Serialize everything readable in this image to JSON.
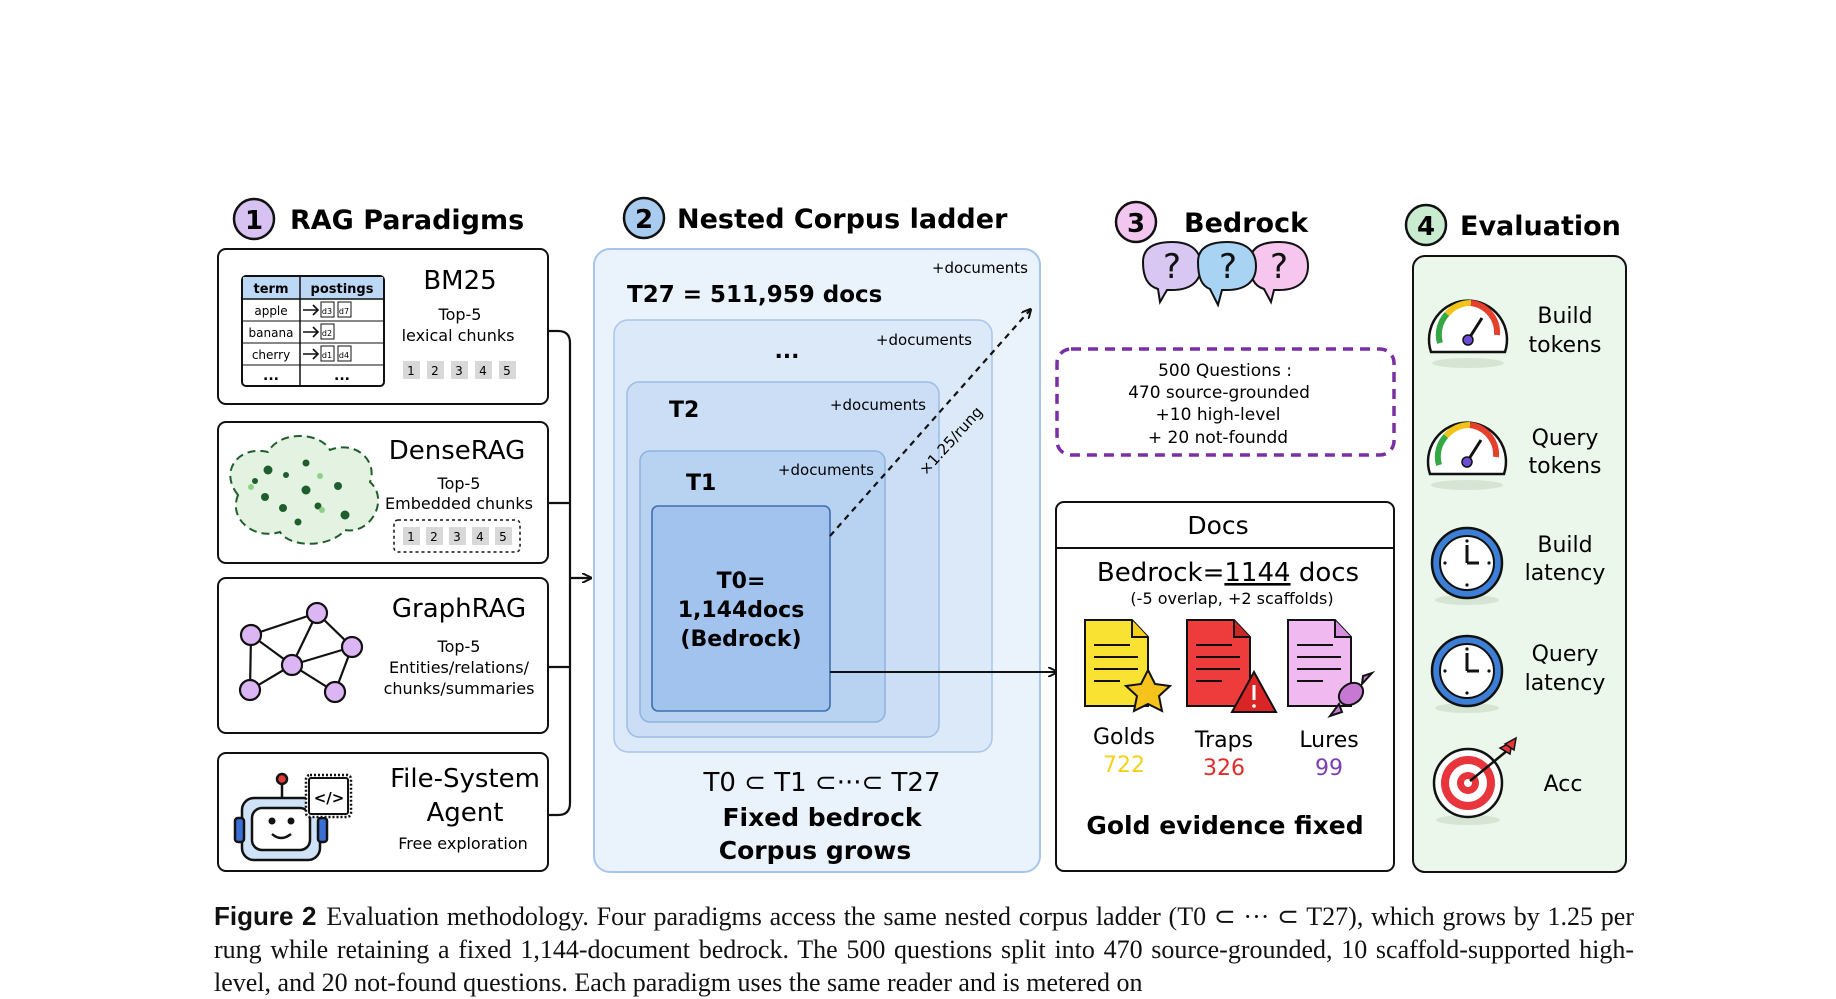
{
  "sections": {
    "s1": {
      "num": "1",
      "title": "RAG Paradigms",
      "color": "#d7c2f2"
    },
    "s2": {
      "num": "2",
      "title": "Nested Corpus ladder",
      "color": "#a9cbf0"
    },
    "s3": {
      "num": "3",
      "title": "Bedrock",
      "color": "#f3c6ef"
    },
    "s4": {
      "num": "4",
      "title": "Evaluation",
      "color": "#c9ecd0"
    }
  },
  "paradigms": {
    "bm25": {
      "name": "BM25",
      "line1": "Top-5",
      "line2": "lexical chunks",
      "table_headers": [
        "term",
        "postings"
      ],
      "table_rows": [
        {
          "term": "apple",
          "p1": "d3",
          "p2": "d7"
        },
        {
          "term": "banana",
          "p1": "d2",
          "p2": ""
        },
        {
          "term": "cherry",
          "p1": "d1",
          "p2": "d4"
        }
      ],
      "table_more": "...",
      "chunks": [
        "1",
        "2",
        "3",
        "4",
        "5"
      ]
    },
    "dense": {
      "name": "DenseRAG",
      "line1": "Top-5",
      "line2": "Embedded chunks",
      "chunks": [
        "1",
        "2",
        "3",
        "4",
        "5"
      ]
    },
    "graph": {
      "name": "GraphRAG",
      "line1": "Top-5",
      "line2": "Entities/relations/",
      "line3": "chunks/summaries"
    },
    "fs": {
      "name1": "File-System",
      "name2": "Agent",
      "line1": "Free exploration"
    }
  },
  "ladder": {
    "t27": "T27 = 511,959 docs",
    "dots": "...",
    "t2": "T2",
    "t1": "T1",
    "t0_line1": "T0=",
    "t0_line2": "1,144docs",
    "t0_line3": "(Bedrock)",
    "plus_docs": "+documents",
    "rung": "×1.25/rung",
    "chain": "T0 ⊂ T1 ⊂···⊂ T27",
    "fixed1": "Fixed bedrock",
    "fixed2": "Corpus grows"
  },
  "bedrock": {
    "questions": [
      "500 Questions :",
      "470 source-grounded",
      "+10 high-level",
      "+ 20 not-foundd"
    ],
    "docs_header": "Docs",
    "docs_line_pre": "Bedrock=",
    "docs_line_num": "1144",
    "docs_line_post": " docs",
    "docs_sub": "(-5 overlap, +2 scaffolds)",
    "golds": {
      "label": "Golds",
      "value": "722",
      "color": "#f2d21a"
    },
    "traps": {
      "label": "Traps",
      "value": "326",
      "color": "#e02b2b"
    },
    "lures": {
      "label": "Lures",
      "value": "99",
      "color": "#7a3fb0"
    },
    "fixed": "Gold evidence fixed"
  },
  "evaluation": [
    {
      "icon": "gauge-icon",
      "line1": "Build",
      "line2": "tokens"
    },
    {
      "icon": "gauge-icon",
      "line1": "Query",
      "line2": "tokens"
    },
    {
      "icon": "clock-icon",
      "line1": "Build",
      "line2": "latency"
    },
    {
      "icon": "clock-icon",
      "line1": "Query",
      "line2": "latency"
    },
    {
      "icon": "target-icon",
      "line1": "Acc",
      "line2": ""
    }
  ],
  "caption": {
    "label": "Figure 2",
    "text": "Evaluation methodology. Four paradigms access the same nested corpus ladder (T0 ⊂ ··· ⊂ T27), which grows by 1.25 per rung while retaining a fixed 1,144-document bedrock. The 500 questions split into 470 source-grounded, 10 scaffold-supported high-level, and 20 not-found questions. Each paradigm uses the same reader and is metered on"
  }
}
